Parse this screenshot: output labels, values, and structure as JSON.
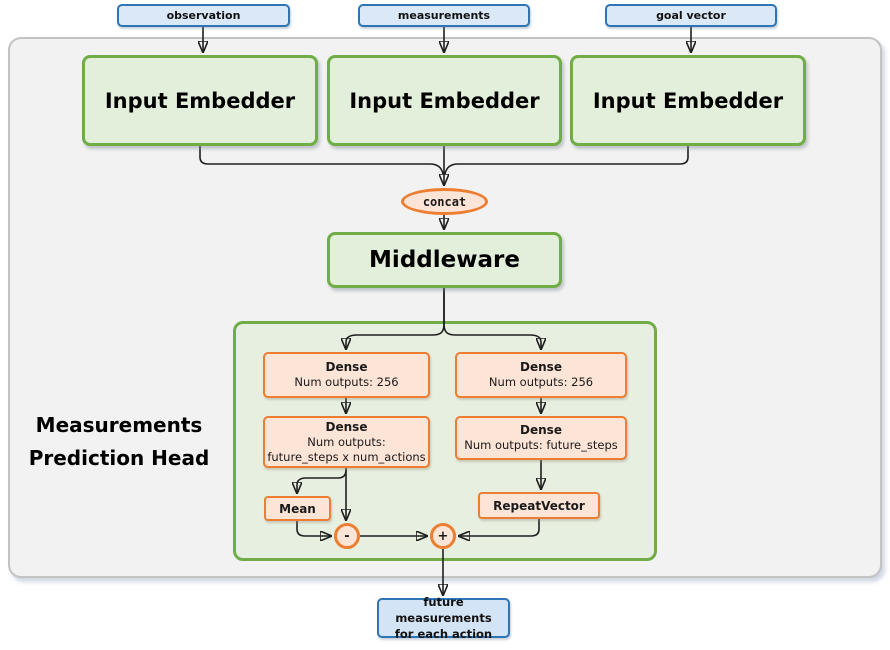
{
  "colors": {
    "blue_fill": "#dbe8f7",
    "blue_border": "#2e75b6",
    "green_fill": "#e2efda",
    "green_border": "#70ad47",
    "orange_fill": "#fce4d6",
    "orange_border": "#ed7d31",
    "panel_gray": "#f2f2f2",
    "line": "#1f1f1f"
  },
  "inputs": {
    "observation": "observation",
    "measurements": "measurements",
    "goal_vector": "goal vector"
  },
  "embedders": [
    "Input Embedder",
    "Input Embedder",
    "Input Embedder"
  ],
  "concat_label": "concat",
  "middleware_label": "Middleware",
  "head": {
    "title": [
      "Measurements",
      "Prediction Head"
    ],
    "left": {
      "dense1": {
        "title": "Dense",
        "subtitle": "Num outputs: 256"
      },
      "dense2": {
        "title": "Dense",
        "subtitle": "Num outputs:",
        "subtitle2": "future_steps x num_actions"
      },
      "mean_label": "Mean",
      "minus_label": "-"
    },
    "right": {
      "dense1": {
        "title": "Dense",
        "subtitle": "Num outputs: 256"
      },
      "dense2": {
        "title": "Dense",
        "subtitle": "Num outputs: future_steps"
      },
      "repeat_label": "RepeatVector",
      "plus_label": "+"
    }
  },
  "output": {
    "line1": "future measurements",
    "line2": "for each action"
  }
}
